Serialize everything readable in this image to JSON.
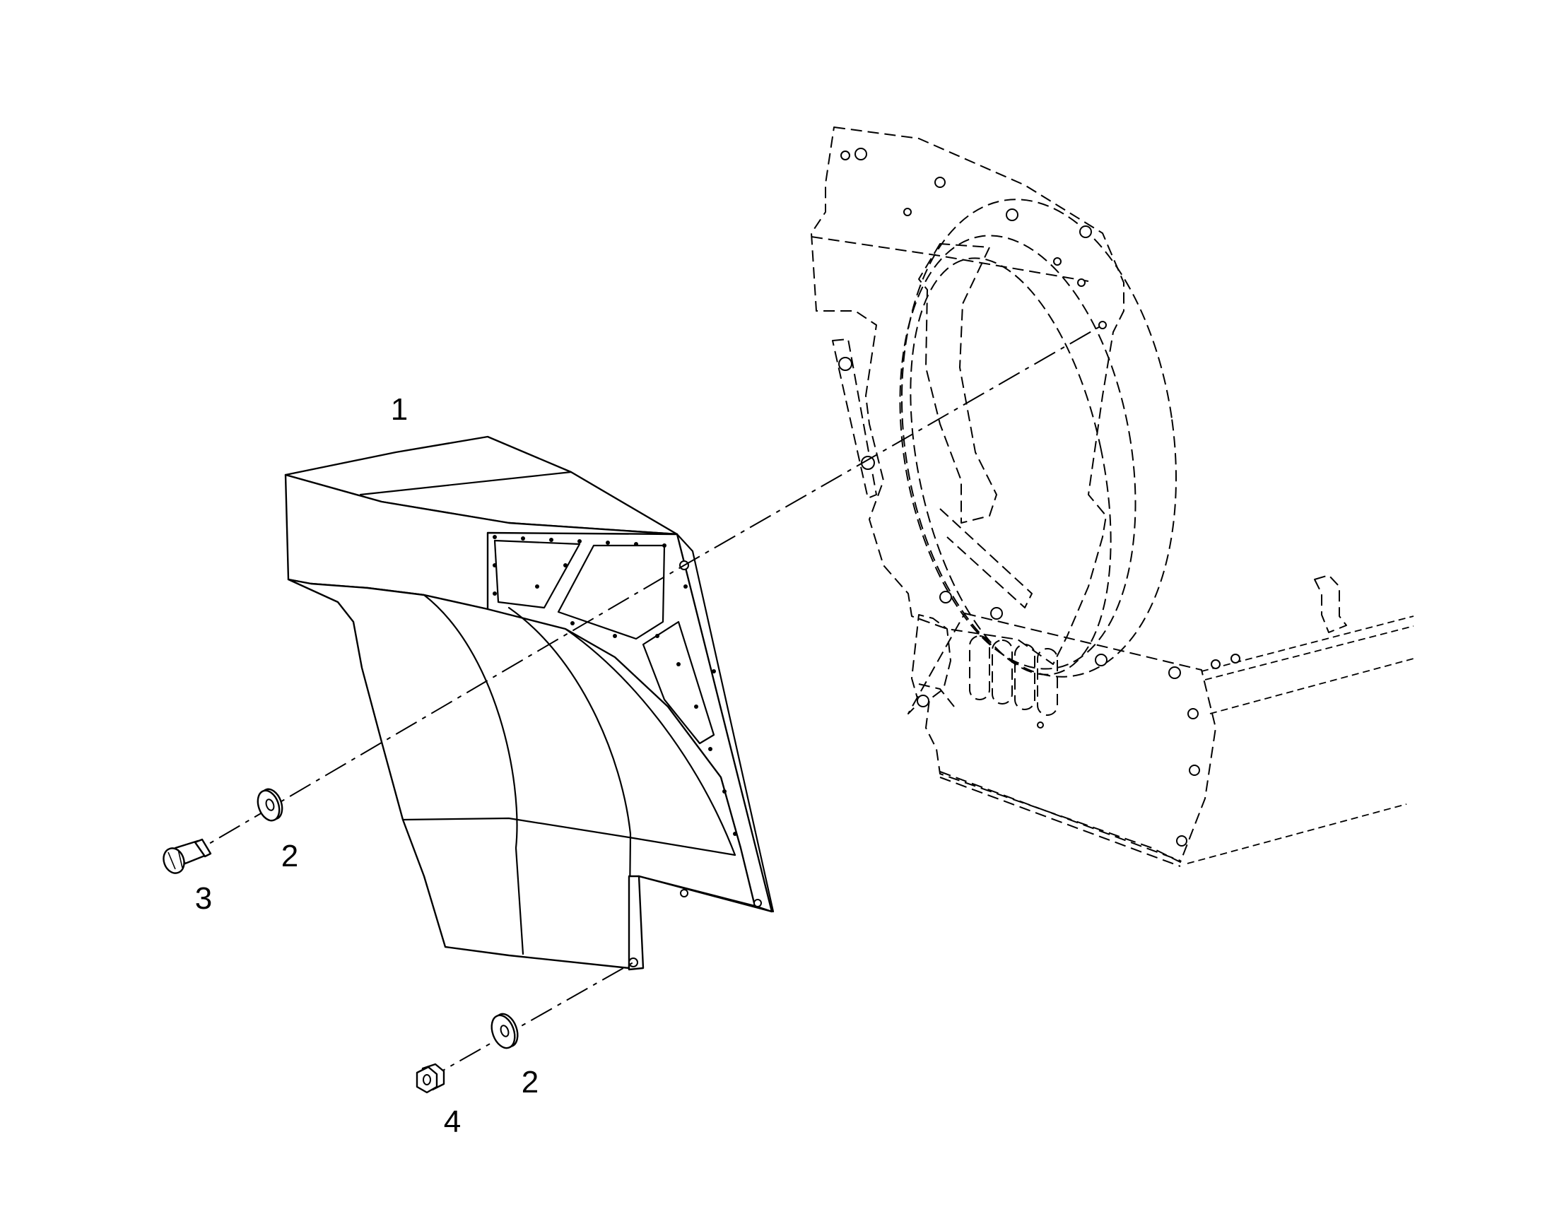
{
  "diagram": {
    "callouts": [
      {
        "id": "c1",
        "label": "1"
      },
      {
        "id": "c2a",
        "label": "2"
      },
      {
        "id": "c3",
        "label": "3"
      },
      {
        "id": "c2b",
        "label": "2"
      },
      {
        "id": "c4",
        "label": "4"
      }
    ]
  }
}
